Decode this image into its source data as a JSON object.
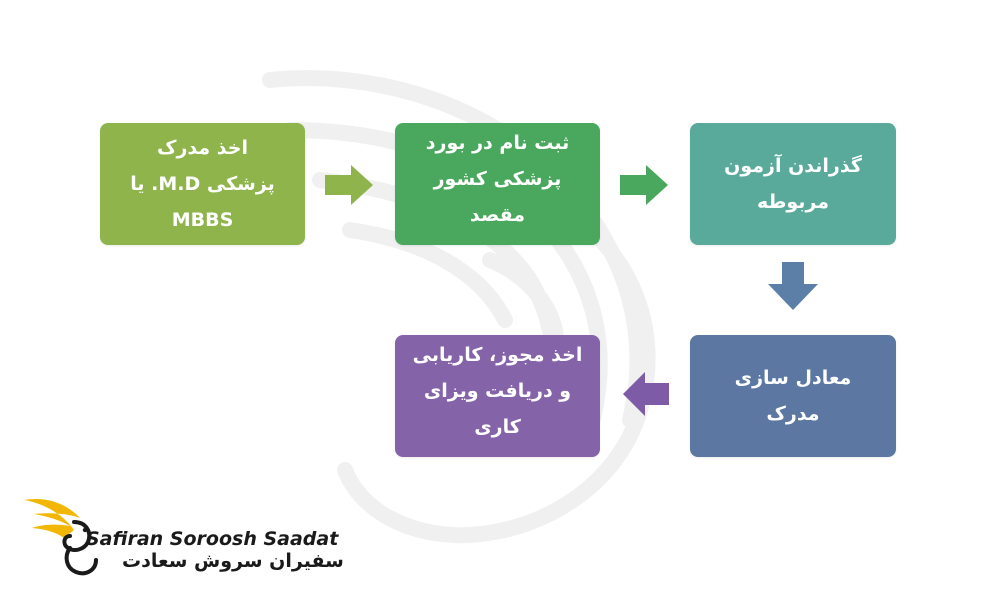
{
  "steps": [
    {
      "id": "step-1",
      "text": "اخذ مدرک\nپزشکی M.D. یا\nMBBS",
      "color": "#8eb44b"
    },
    {
      "id": "step-2",
      "text": "ثبت نام در بورد\nپزشکی کشور\nمقصد",
      "color": "#4aa85e"
    },
    {
      "id": "step-3",
      "text": "گذراندن آزمون\nمربوطه",
      "color": "#5aaa9c"
    },
    {
      "id": "step-4",
      "text": "معادل سازی\nمدرک",
      "color": "#5b77a2"
    },
    {
      "id": "step-5",
      "text": "اخذ مجوز، کاریابی\nو دریافت ویزای\nکاری",
      "color": "#8563a9"
    }
  ],
  "arrows": [
    {
      "from": "step-1",
      "to": "step-2",
      "direction": "right",
      "color": "#8eb44b"
    },
    {
      "from": "step-2",
      "to": "step-3",
      "direction": "right",
      "color": "#4aa85e"
    },
    {
      "from": "step-3",
      "to": "step-4",
      "direction": "down",
      "color": "#5b7fa6"
    },
    {
      "from": "step-4",
      "to": "step-5",
      "direction": "left",
      "color": "#7d5ba6"
    }
  ],
  "logo": {
    "name_en": "Safiran Soroosh Saadat",
    "name_fa": "سفیران سروش سعادت",
    "accent_color": "#f2b705",
    "icon": "golden-wing-logo"
  },
  "watermark": {
    "icon": "wing-watermark",
    "color": "#eeeeee"
  }
}
